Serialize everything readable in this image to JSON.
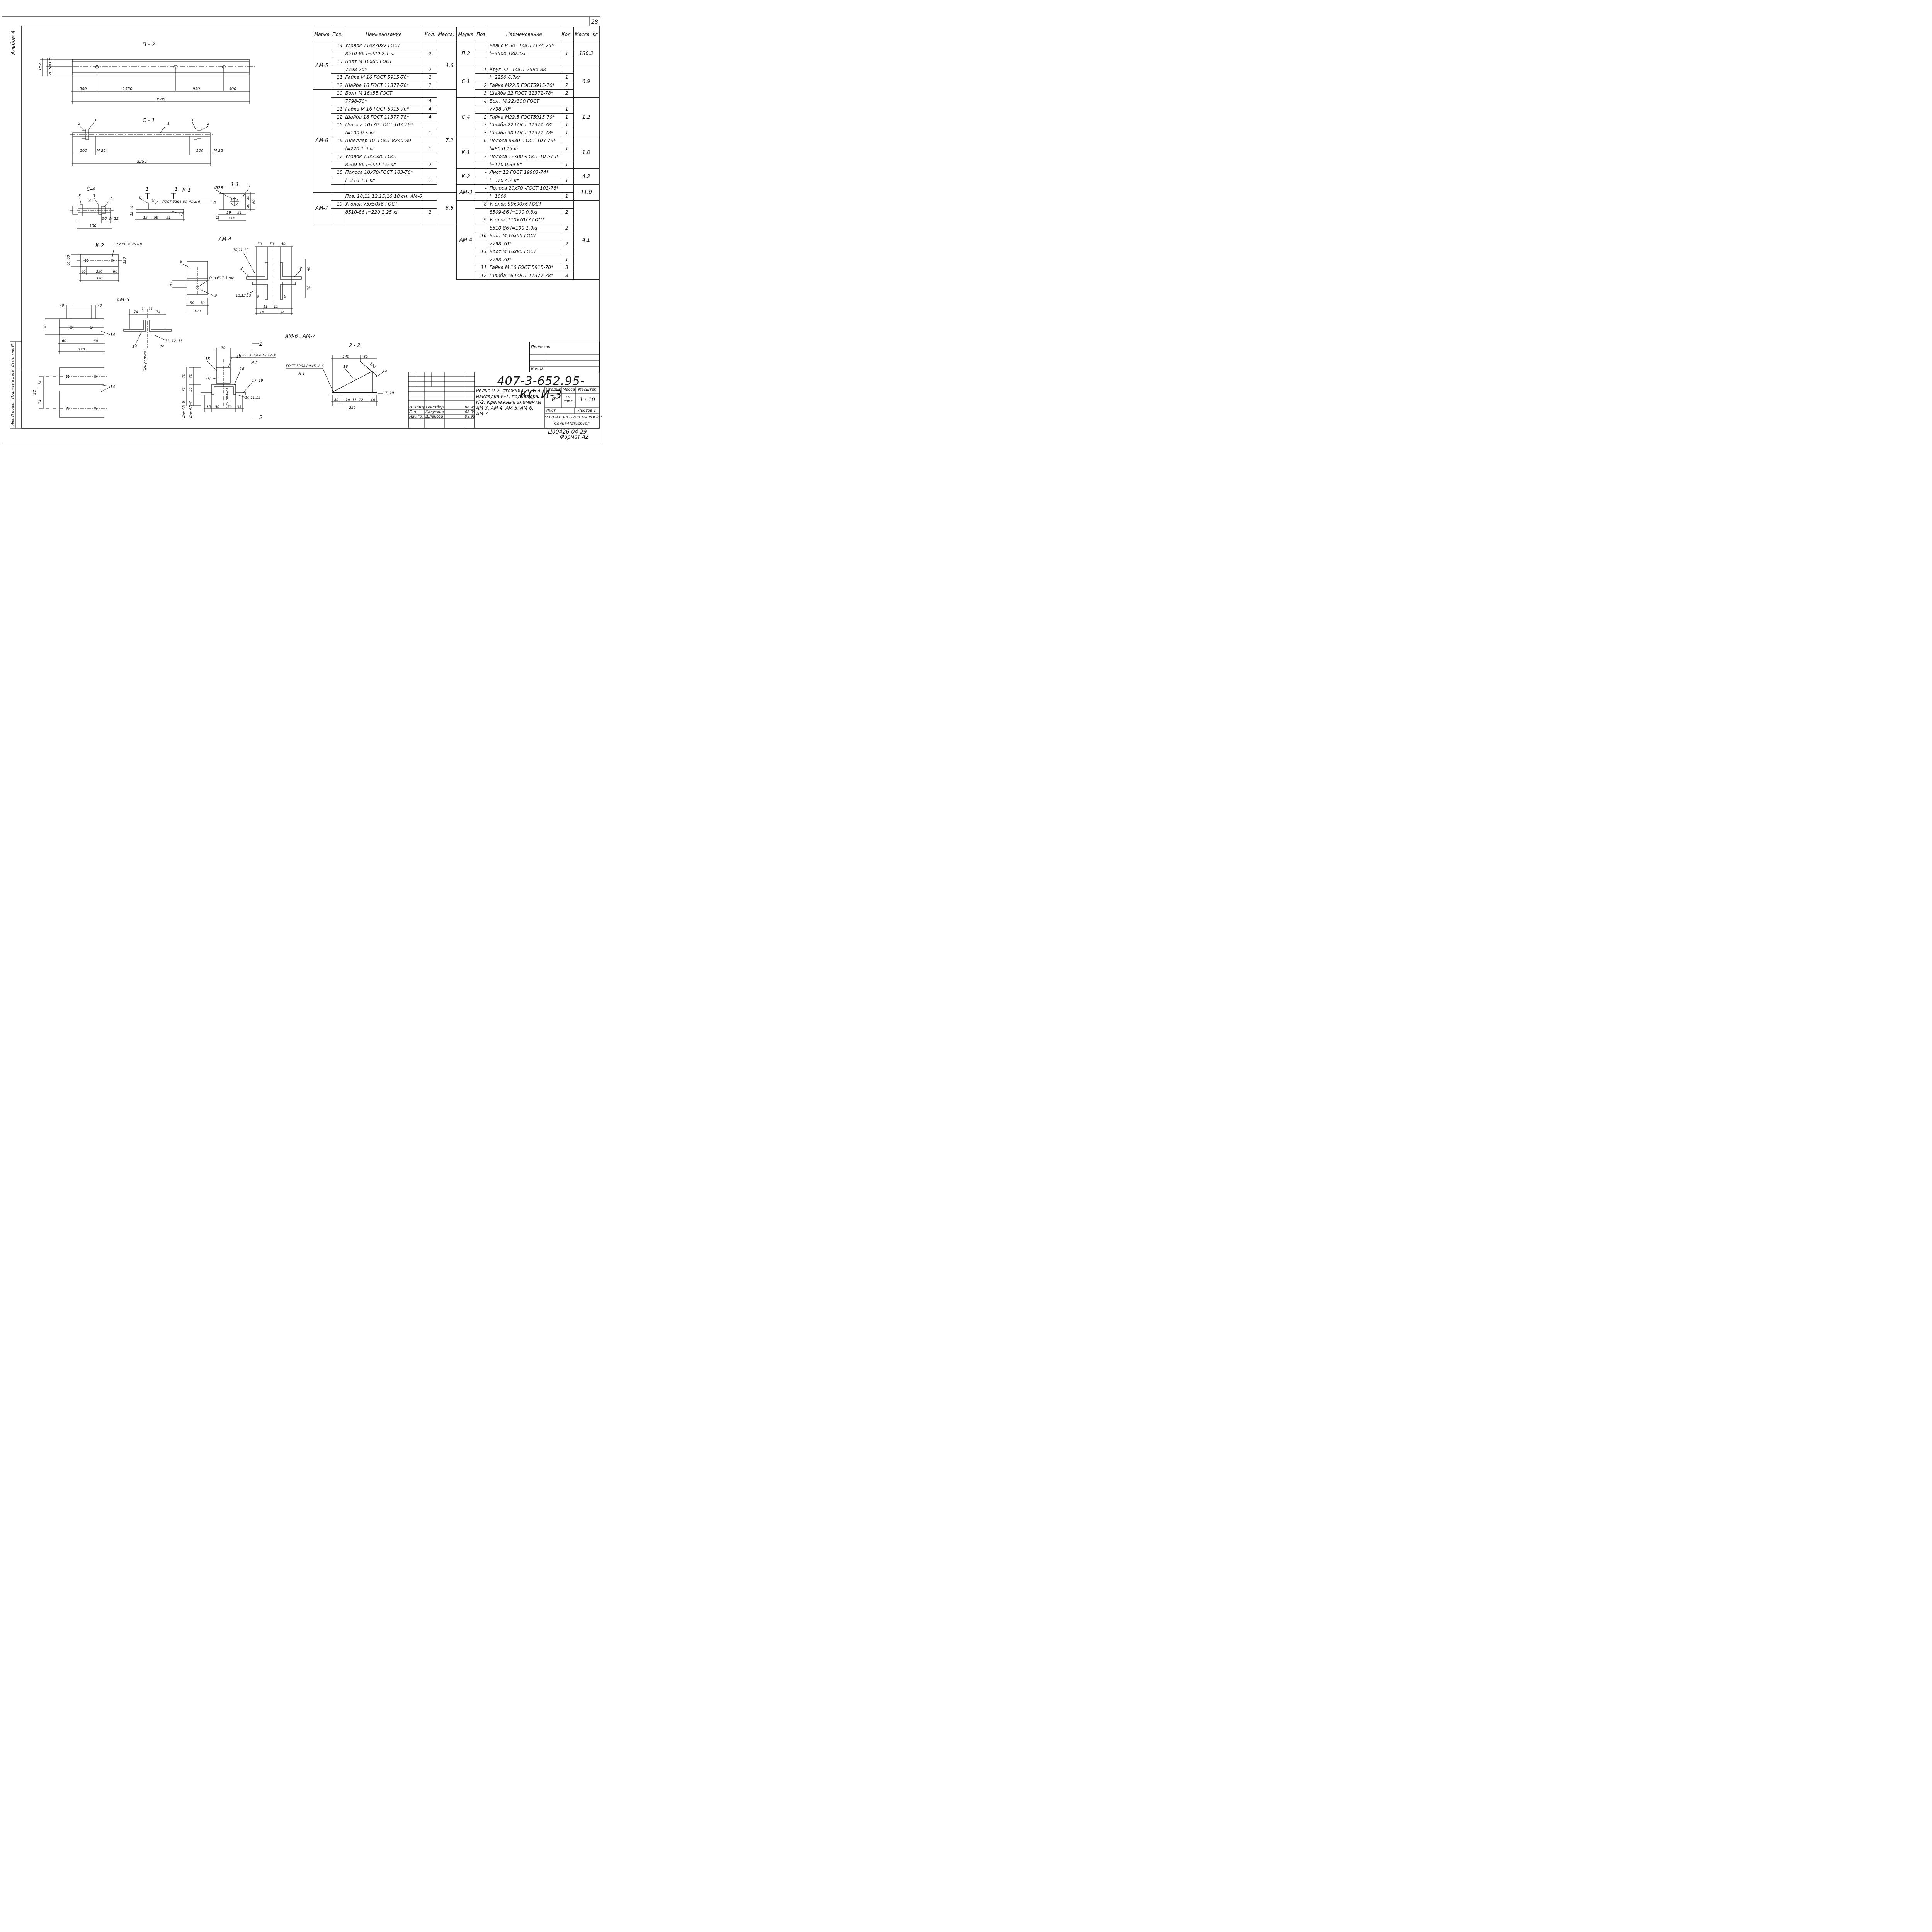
{
  "sheet": {
    "number": "28",
    "album": "Альбом 4",
    "side_labels": [
      "Инв. N подл.",
      "Подпись и дата",
      "Взам. инв. N"
    ],
    "format": "Формат А2",
    "inv_code": "Ц00426-04 29"
  },
  "views": {
    "p2": {
      "title": "П - 2",
      "dims": [
        "152",
        "81.5",
        "70.5",
        "500",
        "1550",
        "950",
        "500",
        "3500"
      ]
    },
    "c1": {
      "title": "С - 1",
      "dims": [
        "100",
        "М 22",
        "100",
        "М 22",
        "2250"
      ],
      "pos": [
        "2",
        "3",
        "1",
        "3",
        "2"
      ]
    },
    "c4": {
      "title": "С-4",
      "dims": [
        "300",
        "56",
        "М 22"
      ],
      "pos": [
        "5",
        "3",
        "4",
        "2"
      ]
    },
    "k1": {
      "title": "К-1",
      "cut": "1",
      "weld": "ГОСТ 5264-80-Н1-Δ 6",
      "dims": [
        "8",
        "12",
        "30",
        "15",
        "59",
        "51"
      ],
      "pos": [
        "6",
        "7"
      ]
    },
    "s11": {
      "title": "1-1",
      "dims": [
        "Ø28",
        "40",
        "40",
        "80",
        "59",
        "51",
        "110",
        "15"
      ],
      "pos": [
        "6",
        "7"
      ]
    },
    "k2": {
      "title": "К-2",
      "note": "2 отв. Ø 25 мм",
      "dims": [
        "60",
        "60",
        "120",
        "60",
        "250",
        "60",
        "370"
      ]
    },
    "am4": {
      "title": "АМ-4",
      "note": "Отв.Ø17.5 мм",
      "dims": [
        "43",
        "50",
        "50",
        "100",
        "50",
        "70",
        "50",
        "90",
        "70",
        "11",
        "11",
        "74",
        "74"
      ],
      "pos": [
        "8",
        "9",
        "10,11,12",
        "8",
        "8",
        "11,12,13",
        "9",
        "9"
      ]
    },
    "am5": {
      "title": "АМ-5",
      "dims": [
        "40",
        "40",
        "70",
        "60",
        "60",
        "220",
        "74",
        "11",
        "11",
        "74",
        "74",
        "22",
        "74"
      ],
      "pos": [
        "14",
        "14",
        "11, 12, 13",
        "14"
      ],
      "axis": "Ось рельса"
    },
    "am67": {
      "title": "АМ-6 , АМ-7",
      "weld": "ГОСТ 5264-80-Т3-Δ 6",
      "weld_n": "N 2",
      "cut": "2",
      "dims": [
        "70",
        "10",
        "70",
        "75",
        "55",
        "35",
        "50",
        "50",
        "35"
      ],
      "pos": [
        "15",
        "18",
        "16",
        "17, 19",
        "10,11,12"
      ],
      "for_am6": "Для АМ-6",
      "for_am7": "Для АМ-7",
      "axis": "Ось рельса"
    },
    "s22": {
      "title": "2 - 2",
      "weld": "ГОСТ 5264-80-Н1-Δ 6",
      "weld_n": "N 1",
      "dims": [
        "140",
        "80",
        "120",
        "40",
        "10, 11, 12",
        "40",
        "220"
      ],
      "pos": [
        "18",
        "15",
        "17, 19"
      ]
    }
  },
  "table_left": {
    "headers": [
      "Марка",
      "Поз.",
      "Наименование",
      "Кол.",
      "Масса, кг"
    ],
    "rows": [
      [
        "АМ-5",
        "14",
        "Уголок 110х70х7 ГОСТ",
        "",
        "4.6"
      ],
      [
        "",
        "",
        "8510-86  l=220  2.1 кг",
        "2",
        ""
      ],
      [
        "",
        "13",
        "Болт М 16х80  ГОСТ",
        "",
        ""
      ],
      [
        "",
        "",
        "7798-70*",
        "2",
        ""
      ],
      [
        "",
        "11",
        "Гайка М 16 ГОСТ 5915-70*",
        "2",
        ""
      ],
      [
        "",
        "12",
        "Шайба 16 ГОСТ 11377-78*",
        "2",
        ""
      ],
      [
        "АМ-6",
        "10",
        "Болт М 16х55  ГОСТ",
        "",
        "7.2"
      ],
      [
        "",
        "",
        "7798-70*",
        "4",
        ""
      ],
      [
        "",
        "11",
        "Гайка М 16 ГОСТ 5915-70*",
        "4",
        ""
      ],
      [
        "",
        "12",
        "Шайба 16 ГОСТ 11377-78*",
        "4",
        ""
      ],
      [
        "",
        "15",
        "Полоса 10х70 ГОСТ 103-76*",
        "",
        ""
      ],
      [
        "",
        "",
        "l=100           0.5 кг",
        "1",
        ""
      ],
      [
        "",
        "16",
        "Швеллер 10- ГОСТ 8240-89",
        "",
        ""
      ],
      [
        "",
        "",
        "l=220      1.9 кг",
        "1",
        ""
      ],
      [
        "",
        "17",
        "Уголок 75х75х6 ГОСТ",
        "",
        ""
      ],
      [
        "",
        "",
        "8509-86  l=220     1.5 кг",
        "2",
        ""
      ],
      [
        "",
        "18",
        "Полоса 10х70-ГОСТ 103-76*",
        "",
        ""
      ],
      [
        "",
        "",
        "l=210            1.1 кг",
        "1",
        ""
      ],
      [
        "",
        "",
        "",
        "",
        ""
      ],
      [
        "АМ-7",
        "",
        "Поз. 10,11,12,15,16,18 см. АМ-6",
        "",
        "6.6"
      ],
      [
        "",
        "19",
        "Уголок 75х50х6-ГОСТ",
        "",
        ""
      ],
      [
        "",
        "",
        "8510-86  l=220     1.25 кг",
        "2",
        ""
      ],
      [
        "",
        "",
        "",
        "",
        ""
      ]
    ]
  },
  "table_right": {
    "headers": [
      "Марка",
      "Поз.",
      "Наименование",
      "Кол.",
      "Масса, кг"
    ],
    "rows": [
      [
        "П-2",
        "-",
        "Рельс Р-50 - ГОСТ7174-75*",
        "",
        "180.2"
      ],
      [
        "",
        "",
        "l=3500           180.2кг",
        "1",
        ""
      ],
      [
        "",
        "",
        "",
        "",
        ""
      ],
      [
        "С-1",
        "1",
        "Круг 22 - ГОСТ 2590-88",
        "",
        "6.9"
      ],
      [
        "",
        "",
        "l=2250          6.7кг",
        "1",
        ""
      ],
      [
        "",
        "2",
        "Гайка М22.5 ГОСТ5915-70*",
        "2",
        ""
      ],
      [
        "",
        "3",
        "Шайба 22 ГОСТ 11371-78*",
        "2",
        ""
      ],
      [
        "С-4",
        "4",
        "Болт М 22х300 ГОСТ",
        "",
        "1.2"
      ],
      [
        "",
        "",
        "7798-70*",
        "1",
        ""
      ],
      [
        "",
        "2",
        "Гайка М22.5 ГОСТ5915-70*",
        "1",
        ""
      ],
      [
        "",
        "3",
        "Шайба 22 ГОСТ 11371-78*",
        "1",
        ""
      ],
      [
        "",
        "5",
        "Шайба 30 ГОСТ 11371-78*",
        "1",
        ""
      ],
      [
        "К-1",
        "6",
        "Полоса 8х30 -ГОСТ 103-76*",
        "",
        "1.0"
      ],
      [
        "",
        "",
        "l=80               0.15 кг",
        "1",
        ""
      ],
      [
        "",
        "7",
        "Полоса 12х80 -ГОСТ 103-76*",
        "",
        ""
      ],
      [
        "",
        "",
        "l=110              0.89 кг",
        "1",
        ""
      ],
      [
        "К-2",
        "-",
        "Лист 12 ГОСТ 19903-74*",
        "",
        "4.2"
      ],
      [
        "",
        "",
        "l=370            4.2 кг",
        "1",
        ""
      ],
      [
        "АМ-3",
        "-",
        "Полоса 20х70 -ГОСТ 103-76*",
        "",
        "11.0"
      ],
      [
        "",
        "",
        "l=1000",
        "1",
        ""
      ],
      [
        "АМ-4",
        "8",
        "Уголок 90х90х6  ГОСТ",
        "",
        "4.1"
      ],
      [
        "",
        "",
        "8509-86  l=100   0.8кг",
        "2",
        ""
      ],
      [
        "",
        "9",
        "Уголок 110х70х7 ГОСТ",
        "",
        ""
      ],
      [
        "",
        "",
        "8510-86  l=100     1.0кг",
        "2",
        ""
      ],
      [
        "",
        "10",
        "Болт М 16х55  ГОСТ",
        "",
        ""
      ],
      [
        "",
        "",
        "7798-70*",
        "2",
        ""
      ],
      [
        "",
        "13",
        "Болт М 16х80  ГОСТ",
        "",
        ""
      ],
      [
        "",
        "",
        "7798-70*",
        "1",
        ""
      ],
      [
        "",
        "11",
        "Гайка М 16 ГОСТ 5915-70*",
        "3",
        ""
      ],
      [
        "",
        "12",
        "Шайба 16 ГОСТ 11377-78*",
        "3",
        ""
      ]
    ]
  },
  "stamp": {
    "privyazan": "Привязан",
    "inv_n": "Инв. N",
    "code": "407-3-652.95-КС.И-3",
    "title": "Рельс П-2, стяжки С-1, С-4, накладка К-1, подкладка К-2. Крепежные элементы АМ-3, АМ-4, АМ-5, АМ-6, АМ-7",
    "stage_label": "Стадия",
    "mass_label": "Масса",
    "scale_label": "Масштаб",
    "stage": "Р",
    "mass": "см. табл.",
    "scale": "1 : 10",
    "sheet_label": "Лист",
    "sheets_label": "Листов 1",
    "org": "\"СЕВЗАПЭНЕРГОСЕТЬПРОЕКТ\"",
    "city": "Санкт-Петербург",
    "people": [
      {
        "role": "Н. контр.",
        "name": "Хейстбер",
        "date": "08.95"
      },
      {
        "role": "Гип",
        "name": "Калугина",
        "date": "08.95"
      },
      {
        "role": "Нач.гр.",
        "name": "Шленова",
        "date": "08.95"
      }
    ]
  }
}
